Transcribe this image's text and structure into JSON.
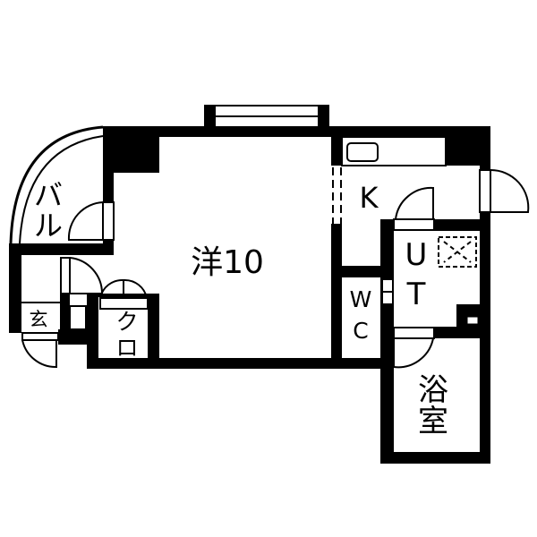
{
  "floor_plan": {
    "rooms": {
      "western_room": "洋10",
      "kitchen": "K",
      "utility_u": "U",
      "utility_t": "T",
      "wc_w": "W",
      "wc_c": "C",
      "bath_1": "浴",
      "bath_2": "室",
      "balcony_1": "バ",
      "balcony_2": "ル",
      "entrance": "玄",
      "closet_1": "ク",
      "closet_2": "ロ"
    },
    "colors": {
      "wall": "#000000",
      "background": "#ffffff"
    }
  }
}
